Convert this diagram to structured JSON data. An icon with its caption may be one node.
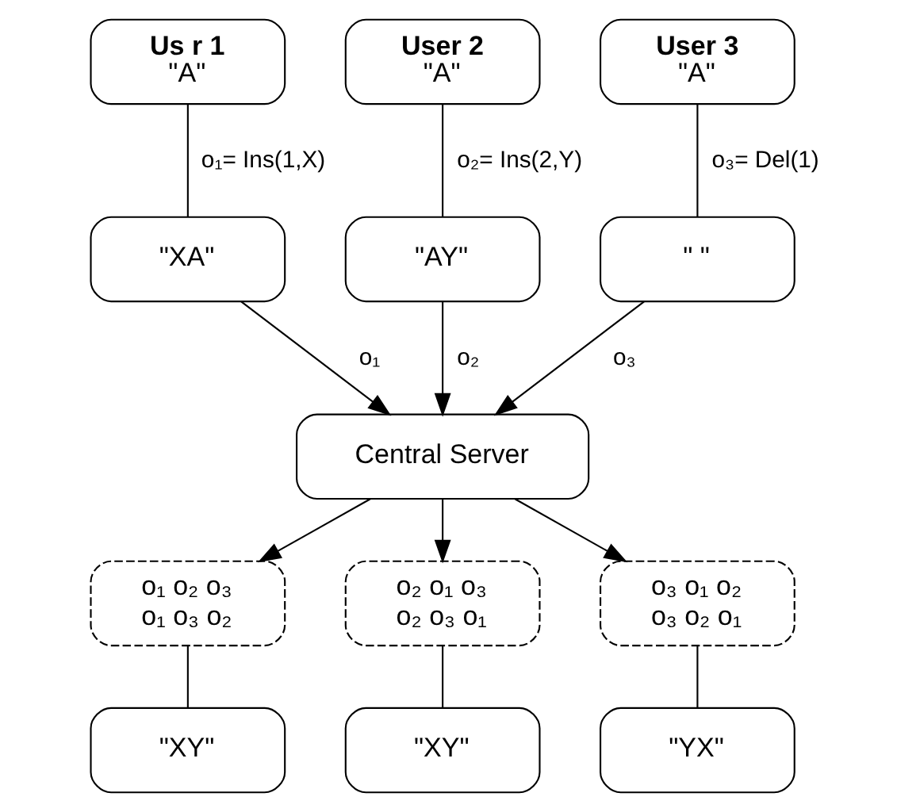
{
  "diagram": {
    "nodes": [
      {
        "text": [
          "Us r 1",
          "\"A\""
        ]
      },
      {
        "text": [
          "User 2",
          "\"A\""
        ]
      },
      {
        "text": [
          "User 3",
          "\"A\""
        ]
      },
      {
        "text": [
          "\"XA\""
        ]
      },
      {
        "text": [
          "\"AY\""
        ]
      },
      {
        "text": [
          "\" \""
        ]
      },
      {
        "text": [
          "Central Server"
        ]
      },
      {
        "text": [
          "o₁ o₂ o₃",
          "o₁ o₃ o₂"
        ]
      },
      {
        "text": [
          "o₂ o₁ o₃",
          "o₂ o₃ o₁"
        ]
      },
      {
        "text": [
          "o₃ o₁ o₂",
          "o₃ o₂ o₁"
        ]
      },
      {
        "text": [
          "\"XY\""
        ]
      },
      {
        "text": [
          "\"XY\""
        ]
      },
      {
        "text": [
          "\"YX\""
        ]
      }
    ],
    "edges": [
      {
        "from": 0,
        "to": 3,
        "arrow": "none",
        "label": "o₁= Ins(1,X)"
      },
      {
        "from": 1,
        "to": 4,
        "arrow": "none",
        "label": "o₂= Ins(2,Y)"
      },
      {
        "from": 2,
        "to": 5,
        "arrow": "none",
        "label": "o₃= Del(1)"
      },
      {
        "from": 3,
        "to": 6,
        "arrow": "to",
        "label": "o₁"
      },
      {
        "from": 4,
        "to": 6,
        "arrow": "to",
        "label": "o₂"
      },
      {
        "from": 5,
        "to": 6,
        "arrow": "to",
        "label": "o₃"
      },
      {
        "from": 6,
        "to": 7,
        "arrow": "to"
      },
      {
        "from": 6,
        "to": 8,
        "arrow": "to"
      },
      {
        "from": 6,
        "to": 9,
        "arrow": "to"
      },
      {
        "from": 7,
        "to": 10,
        "arrow": "none"
      },
      {
        "from": 8,
        "to": 11,
        "arrow": "none"
      },
      {
        "from": 9,
        "to": 12,
        "arrow": "none"
      }
    ]
  }
}
